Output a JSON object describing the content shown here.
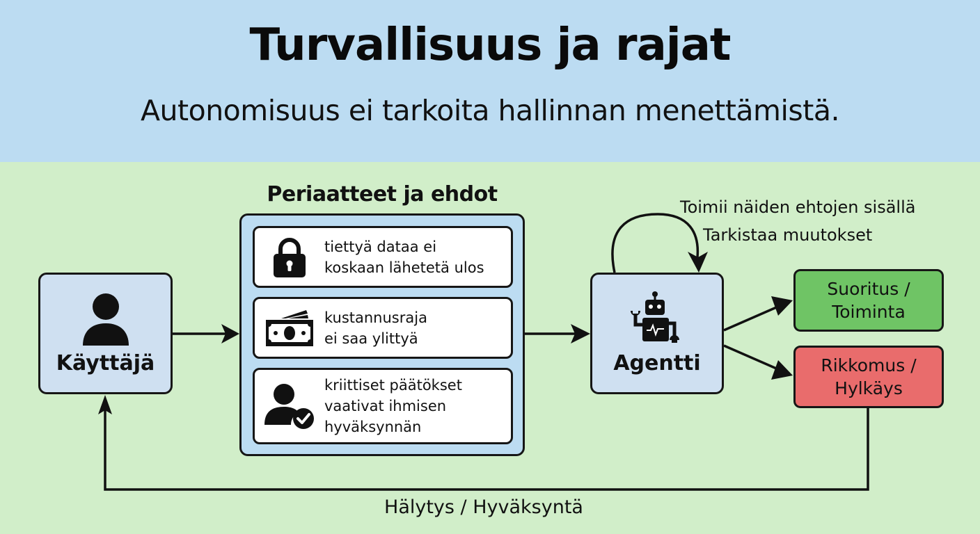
{
  "header": {
    "title": "Turvallisuus ja rajat",
    "subtitle": "Autonomisuus ei tarkoita hallinnan menettämistä."
  },
  "nodes": {
    "user": {
      "label": "Käyttäjä",
      "icon": "user-icon"
    },
    "agent": {
      "label": "Agentti",
      "icon": "robot-icon"
    }
  },
  "policies": {
    "title": "Periaatteet ja ehdot",
    "rules": [
      {
        "icon": "lock-icon",
        "lines": [
          "tiettyä dataa ei",
          "koskaan lähetetä ulos"
        ]
      },
      {
        "icon": "money-icon",
        "lines": [
          "kustannusraja",
          "ei saa ylittyä"
        ]
      },
      {
        "icon": "user-check-icon",
        "lines": [
          "kriittiset päätökset",
          "vaativat ihmisen",
          "hyväksynnän"
        ]
      }
    ]
  },
  "agent_loop": {
    "annotation_1": "Toimii näiden ehtojen sisällä",
    "annotation_2": "Tarkistaa muutokset"
  },
  "outcomes": {
    "success": {
      "line1": "Suoritus /",
      "line2": "Toiminta",
      "color": "#6fc465"
    },
    "violation": {
      "line1": "Rikkomus /",
      "line2": "Hylkäys",
      "color": "#e96c6c"
    }
  },
  "feedback": {
    "label": "Hälytys / Hyväksyntä"
  },
  "colors": {
    "header_bg": "#bcdcf2",
    "canvas_bg": "#d1eec9",
    "node_bg": "#cfe0f1",
    "panel_bg": "#bcdcf2"
  }
}
